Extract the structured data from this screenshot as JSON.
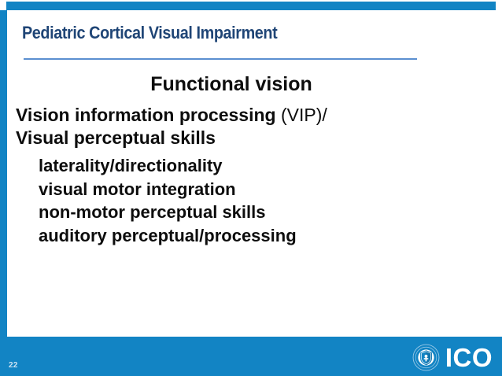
{
  "slide": {
    "title": "Pediatric Cortical Visual Impairment",
    "page_number": "22"
  },
  "content": {
    "heading": "Functional vision",
    "paragraph": {
      "bold_lead": "Vision information processing ",
      "light_part": "(VIP)/",
      "bold_tail": "Visual perceptual skills"
    },
    "sub_items": [
      "laterality/directionality",
      "visual motor integration",
      "non-motor perceptual skills",
      "auditory perceptual/processing"
    ]
  },
  "branding": {
    "name": "ICO",
    "emblem": "shield-crest-icon"
  },
  "colors": {
    "accent_blue": "#1284c4",
    "title_navy": "#1f4576",
    "rule_blue": "#5b8fd0",
    "body_black": "#0d0d0d",
    "page_number": "#cfe4f3"
  }
}
